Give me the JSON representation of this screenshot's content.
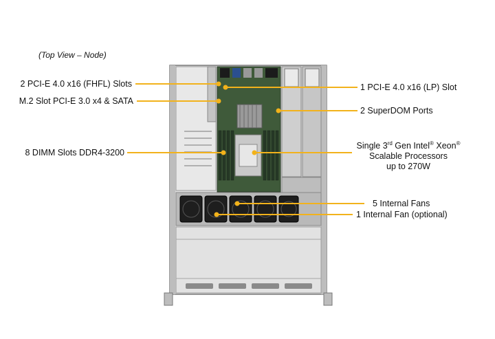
{
  "view_title": "(Top View – Node)",
  "callouts": {
    "left": [
      {
        "id": "pcie-fhfl",
        "text": "2 PCI-E 4.0 x16 (FHFL) Slots"
      },
      {
        "id": "m2-slot",
        "text": "M.2 Slot PCI-E 3.0 x4 & SATA"
      },
      {
        "id": "dimm",
        "text": "8 DIMM Slots DDR4-3200"
      }
    ],
    "right": [
      {
        "id": "pcie-lp",
        "text": "1 PCI-E 4.0 x16 (LP) Slot"
      },
      {
        "id": "superdom",
        "text": "2 SuperDOM Ports"
      },
      {
        "id": "internal-fans",
        "text": "5 Internal  Fans"
      },
      {
        "id": "internal-fan-optional",
        "text": "1 Internal  Fan (optional)"
      }
    ],
    "processor": {
      "line1_a": "Single 3",
      "line1_sup1": "rd",
      "line1_b": " Gen Intel",
      "line1_sup2": "®",
      "line1_c": " Xeon",
      "line1_sup3": "®",
      "line2": "Scalable Processors",
      "line3": "up to 270W"
    }
  },
  "colors": {
    "callout_line": "#f2b21b",
    "chassis": "#d9d9d9",
    "chassis_dark": "#8c8c8c",
    "board_green": "#3f5a3a",
    "dimm": "#2e3f2e",
    "fan": "#1c1c1c",
    "psu": "#c8c8c8"
  }
}
